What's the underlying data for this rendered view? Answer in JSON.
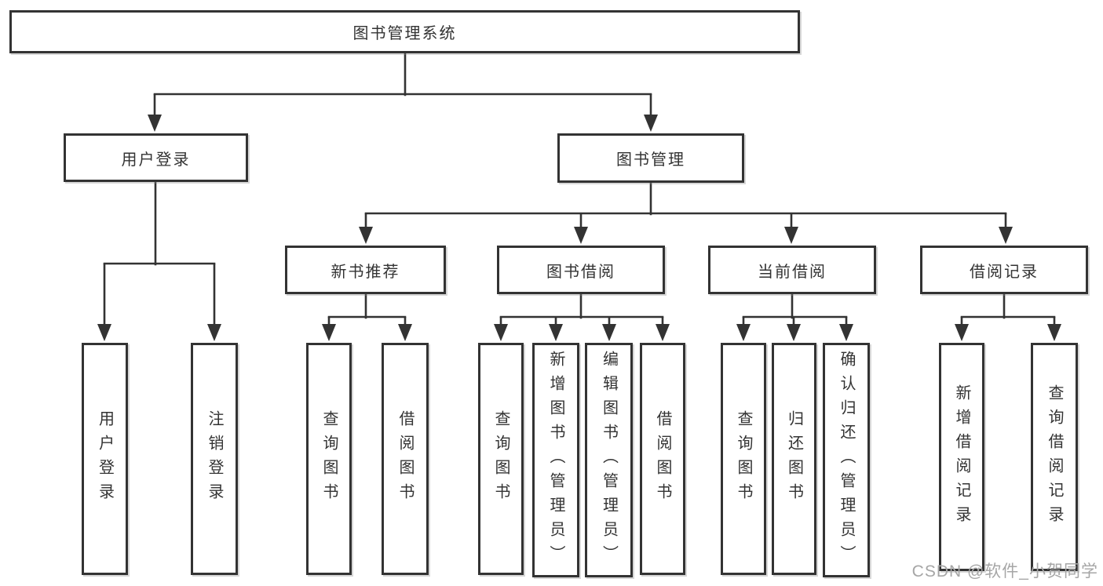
{
  "nodes": {
    "root": "图书管理系统",
    "user_login": "用户登录",
    "book_management": "图书管理",
    "new_book_recommend": "新书推荐",
    "book_borrowing": "图书借阅",
    "current_borrowing": "当前借阅",
    "borrowing_records": "借阅记录"
  },
  "leaves": {
    "user_login_leaf": "用户登录",
    "logout": "注销登录",
    "recommend_query_books": "查询图书",
    "recommend_borrow_books": "借阅图书",
    "borrowing_query_books": "查询图书",
    "add_books_admin": "新增图书（管理员）",
    "edit_books_admin": "编辑图书（管理员）",
    "borrowing_borrow_books": "借阅图书",
    "current_query_books": "查询图书",
    "return_books": "归还图书",
    "confirm_return_admin": "确认归还（管理员）",
    "add_borrowing_record": "新增借阅记录",
    "query_borrowing_record": "查询借阅记录"
  },
  "watermark": "CSDN @软件_小贺同学",
  "colors": {
    "line": "#333333",
    "box_border": "#333333",
    "box_fill": "#ffffff",
    "text": "#333333",
    "watermark": "#a6a6a6",
    "background": "#ffffff"
  }
}
